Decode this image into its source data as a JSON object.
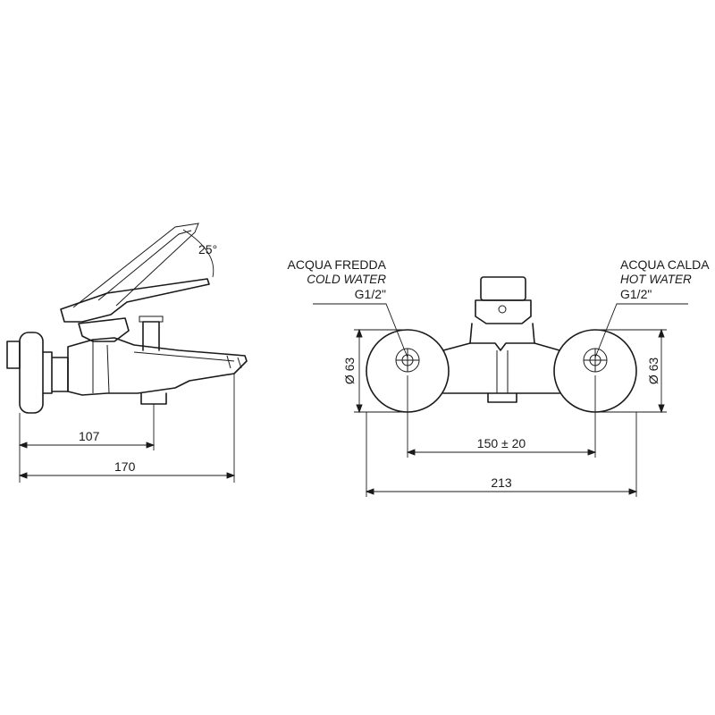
{
  "side_view": {
    "angle_label": "25°",
    "dim_inner": "107",
    "dim_outer": "170"
  },
  "front_view": {
    "cold": {
      "line1": "ACQUA FREDDA",
      "line2": "COLD WATER",
      "line3": "G1/2\""
    },
    "hot": {
      "line1": "ACQUA CALDA",
      "line2": "HOT WATER",
      "line3": "G1/2\""
    },
    "diameter_left": "Ø 63",
    "diameter_right": "Ø 63",
    "dim_centers": "150 ± 20",
    "dim_total": "213"
  }
}
